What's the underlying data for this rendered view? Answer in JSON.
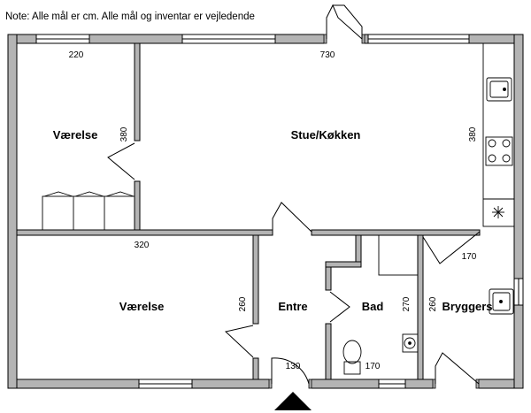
{
  "plan": {
    "note": "Note: Alle mål er cm. Alle mål og inventar er vejledende",
    "rooms": {
      "bedroom_top": "Værelse",
      "living_kitchen": "Stue/Køkken",
      "bedroom_bottom": "Værelse",
      "entrance": "Entre",
      "bathroom": "Bad",
      "utility": "Bryggers"
    },
    "dimensions": {
      "bedroom_top_width": "220",
      "bedroom_top_depth": "380",
      "living_width": "730",
      "living_depth": "380",
      "bedroom_bottom_width": "320",
      "bedroom_bottom_depth": "260",
      "entrance_width": "130",
      "bath_width": "170",
      "bath_depth": "270",
      "utility_width": "170",
      "utility_depth": "260"
    },
    "colors": {
      "wall_fill": "#b4b4b4",
      "wall_stroke": "#000000",
      "window_fill": "#ffffff",
      "line": "#000000"
    }
  }
}
